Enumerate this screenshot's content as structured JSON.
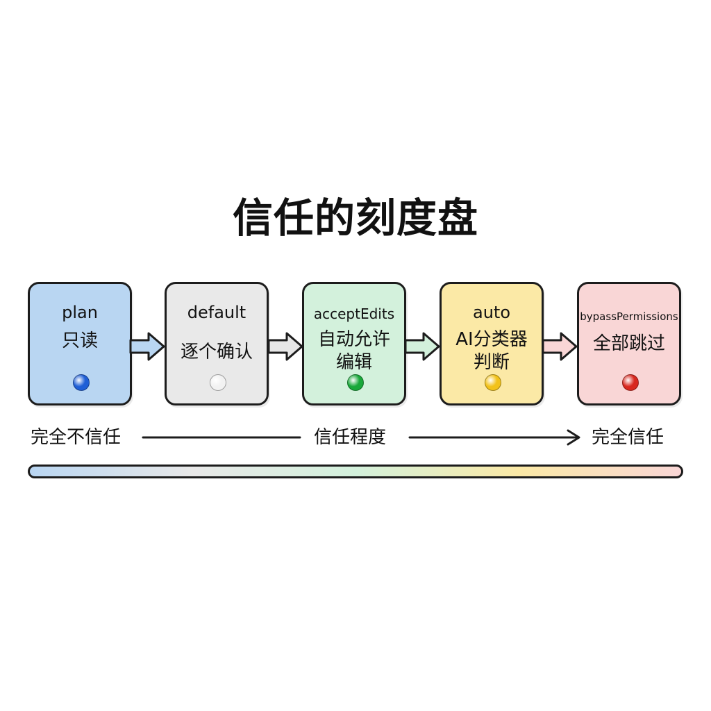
{
  "title": "信任的刻度盘",
  "modes": [
    {
      "name": "plan",
      "desc": "只读",
      "fill": "#b9d6f2",
      "dot": "#1f5fd6"
    },
    {
      "name": "default",
      "desc": "逐个确认",
      "fill": "#e9e9e9",
      "dot": "#f2f2f2"
    },
    {
      "name": "acceptEdits",
      "desc": "自动允许\n编辑",
      "fill": "#d3f1dc",
      "dot": "#19a83a"
    },
    {
      "name": "auto",
      "desc": "AI分类器\n判断",
      "fill": "#fbe9a6",
      "dot": "#f2c21a"
    },
    {
      "name": "bypassPermissions",
      "desc": "全部跳过",
      "fill": "#f9d6d6",
      "dot": "#d8281f"
    }
  ],
  "arrows": [
    {
      "fill": "#b9d6f2"
    },
    {
      "fill": "#e6e6e6"
    },
    {
      "fill": "#d3f1dc"
    },
    {
      "fill": "#f9d6d6"
    }
  ],
  "axis": {
    "left": "完全不信任",
    "center": "信任程度",
    "right": "完全信任"
  },
  "gradient": [
    "#b9d6f2",
    "#e8e8e8",
    "#d3f1dc",
    "#fbe9a6",
    "#f9d6d6"
  ]
}
